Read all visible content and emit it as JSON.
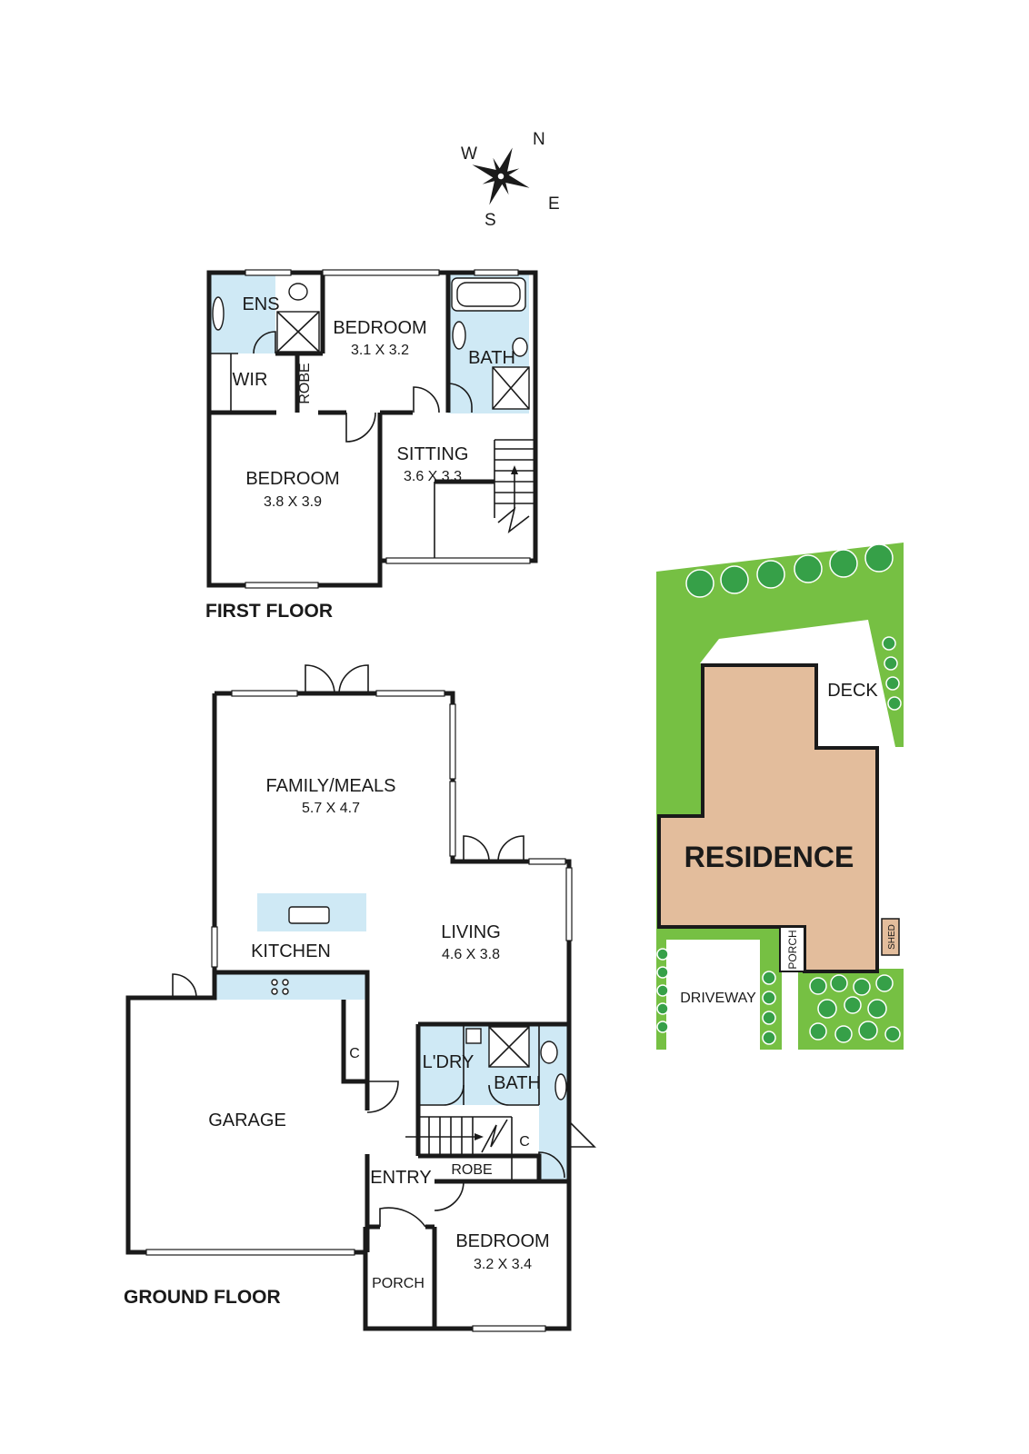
{
  "compass": {
    "north": "N",
    "south": "S",
    "east": "E",
    "west": "W"
  },
  "first_floor": {
    "label": "FIRST FLOOR",
    "ens": "ENS",
    "bedroom_top": {
      "name": "BEDROOM",
      "dims": "3.1 X 3.2"
    },
    "bath": "BATH",
    "wir": "WIR",
    "robe": "ROBE",
    "bedroom_left": {
      "name": "BEDROOM",
      "dims": "3.8 X 3.9"
    },
    "sitting": {
      "name": "SITTING",
      "dims": "3.6 X 3.3"
    }
  },
  "ground_floor": {
    "label": "GROUND FLOOR",
    "family_meals": {
      "name": "FAMILY/MEALS",
      "dims": "5.7 X 4.7"
    },
    "kitchen": "KITCHEN",
    "living": {
      "name": "LIVING",
      "dims": "4.6 X 3.8"
    },
    "garage": "GARAGE",
    "cupboard_kitchen": "C",
    "laundry": "L'DRY",
    "bath": "BATH",
    "cupboard_stair": "C",
    "robe": "ROBE",
    "entry": "ENTRY",
    "porch": "PORCH",
    "bedroom": {
      "name": "BEDROOM",
      "dims": "3.2 X 3.4"
    }
  },
  "site_plan": {
    "residence": "RESIDENCE",
    "deck": "DECK",
    "driveway": "DRIVEWAY",
    "porch": "PORCH",
    "shed": "SHED"
  },
  "colors": {
    "wall": "#1a1a1a",
    "wet_area": "#cfe9f5",
    "lawn": "#76c043",
    "tree": "#36a048",
    "residence": "#e3bd9c"
  }
}
